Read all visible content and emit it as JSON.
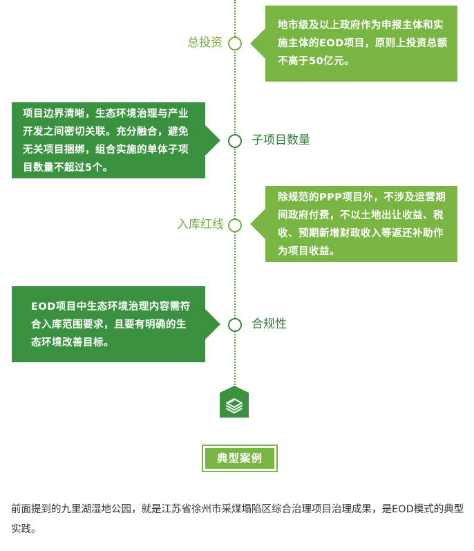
{
  "timeline": [
    {
      "label": "总投资",
      "text": "地市级及以上政府作为申报主体和实施主体的EOD项目，原则上投资总额不高于50亿元。"
    },
    {
      "label": "子项目数量",
      "text": "项目边界清晰，生态环境治理与产业开发之间密切关联。充分融合，避免无关项目捆绑，组合实施的单体子项目数量不超过5个。"
    },
    {
      "label": "入库红线",
      "text": "除规范的PPP项目外，不涉及运营期间政府付费，不以土地出让收益、税收、预期新增财政收入等返还补助作为项目收益。"
    },
    {
      "label": "合规性",
      "text": "EOD项目中生态环境治理内容需符合入库范围要求，且要有明确的生态环境改善目标。"
    }
  ],
  "section_title": "典型案例",
  "paragraph": "前面提到的九里湖湿地公园，就是江苏省徐州市采煤塌陷区综合治理项目治理成果，是EOD模式的典型实践。",
  "icons": {
    "end": "book-stack-icon"
  },
  "colors": {
    "light_green": "#78b543",
    "dark_green": "#3a9140",
    "text": "#333333"
  }
}
